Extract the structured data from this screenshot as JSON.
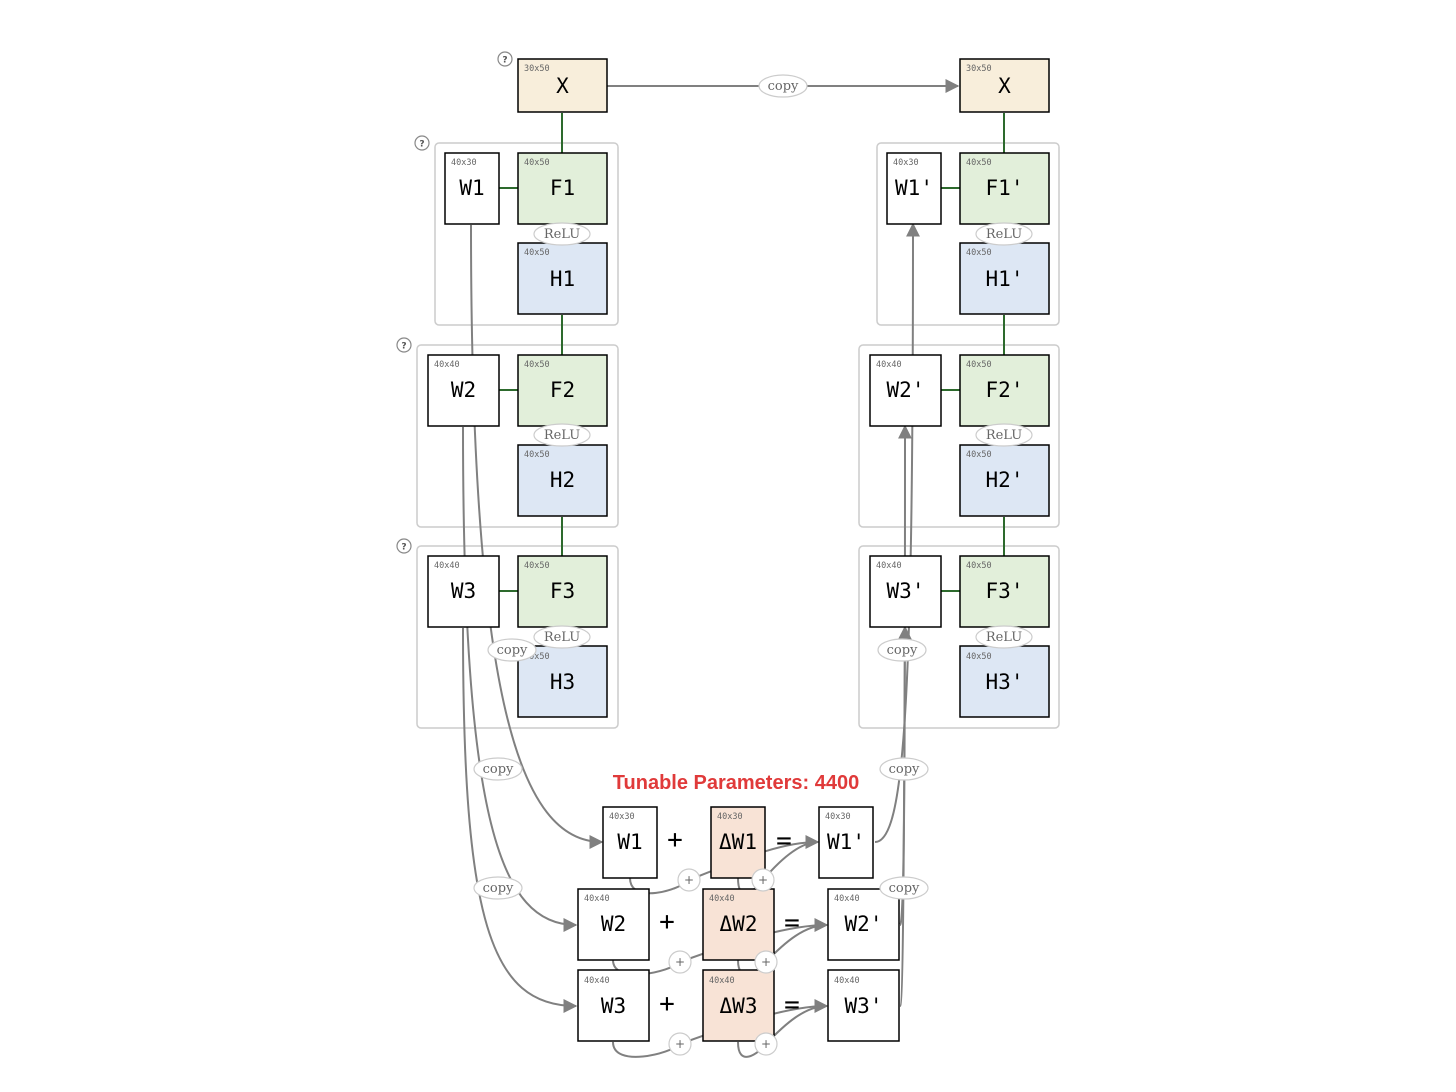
{
  "title": "Tunable Parameters: 4400",
  "colors": {
    "input_fill": "#f8eedb",
    "f_fill": "#e2efda",
    "h_fill": "#dde7f4",
    "delta_fill": "#f8e3d6",
    "plain_fill": "#ffffff",
    "forward_edge": "#2d6a2d",
    "copy_edge": "#808080",
    "title": "#e03a3a"
  },
  "labels": {
    "copy": "copy",
    "relu": "ReLU",
    "plus_small": "+",
    "help": "?"
  },
  "left_network": {
    "input": {
      "label": "X",
      "dims": "30x50"
    },
    "layers": [
      {
        "w": {
          "label": "W1",
          "dims": "40x30"
        },
        "f": {
          "label": "F1",
          "dims": "40x50"
        },
        "h": {
          "label": "H1",
          "dims": "40x50"
        }
      },
      {
        "w": {
          "label": "W2",
          "dims": "40x40"
        },
        "f": {
          "label": "F2",
          "dims": "40x50"
        },
        "h": {
          "label": "H2",
          "dims": "40x50"
        }
      },
      {
        "w": {
          "label": "W3",
          "dims": "40x40"
        },
        "f": {
          "label": "F3",
          "dims": "40x50"
        },
        "h": {
          "label": "H3",
          "dims": "40x50"
        }
      }
    ]
  },
  "right_network": {
    "input": {
      "label": "X",
      "dims": "30x50"
    },
    "layers": [
      {
        "w": {
          "label": "W1'",
          "dims": "40x30"
        },
        "f": {
          "label": "F1'",
          "dims": "40x50"
        },
        "h": {
          "label": "H1'",
          "dims": "40x50"
        }
      },
      {
        "w": {
          "label": "W2'",
          "dims": "40x40"
        },
        "f": {
          "label": "F2'",
          "dims": "40x50"
        },
        "h": {
          "label": "H2'",
          "dims": "40x50"
        }
      },
      {
        "w": {
          "label": "W3'",
          "dims": "40x40"
        },
        "f": {
          "label": "F3'",
          "dims": "40x50"
        },
        "h": {
          "label": "H3'",
          "dims": "40x50"
        }
      }
    ]
  },
  "equations": [
    {
      "w": {
        "label": "W1",
        "dims": "40x30"
      },
      "plus": "+",
      "delta": {
        "label": "ΔW1",
        "dims": "40x30"
      },
      "equals": "=",
      "result": {
        "label": "W1'",
        "dims": "40x30"
      }
    },
    {
      "w": {
        "label": "W2",
        "dims": "40x40"
      },
      "plus": "+",
      "delta": {
        "label": "ΔW2",
        "dims": "40x40"
      },
      "equals": "=",
      "result": {
        "label": "W2'",
        "dims": "40x40"
      }
    },
    {
      "w": {
        "label": "W3",
        "dims": "40x40"
      },
      "plus": "+",
      "delta": {
        "label": "ΔW3",
        "dims": "40x40"
      },
      "equals": "=",
      "result": {
        "label": "W3'",
        "dims": "40x40"
      }
    }
  ]
}
